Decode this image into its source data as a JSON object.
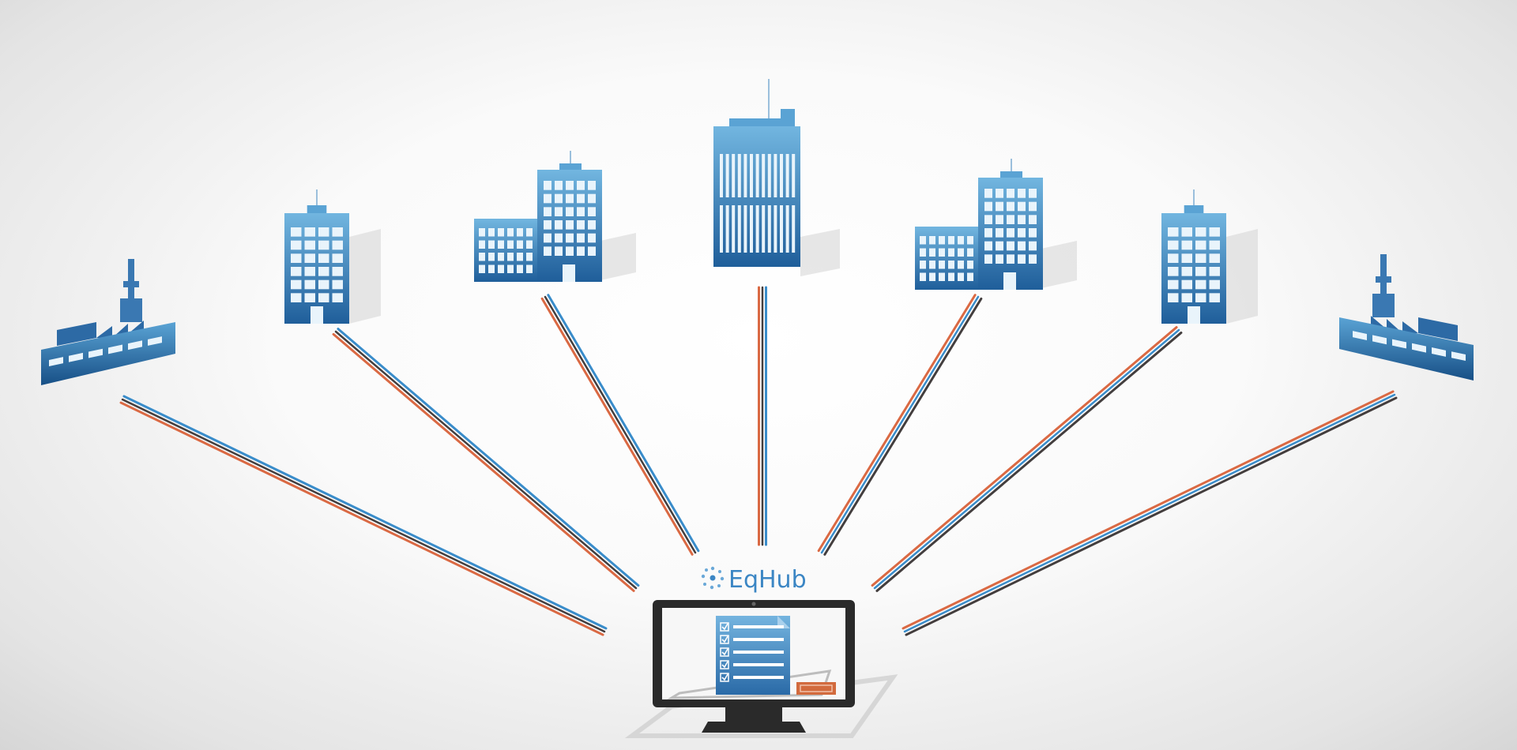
{
  "colors": {
    "building_blue_top": "#6fb3de",
    "building_blue_bottom": "#1f5e9a",
    "line_blue": "#2f87c8",
    "line_dark": "#3a3434",
    "line_orange": "#d9623a",
    "monitor_frame": "#2a2a2a",
    "brand_blue": "#3b86c4",
    "send_orange": "#d26a3d"
  },
  "hub": {
    "brand_label": "EqHub",
    "logo_icon": "dotted-circle-logo-icon",
    "device_icon": "monitor-with-checklist-icon",
    "send_button_icon": "send-button-icon"
  },
  "sites": [
    {
      "icon": "factory-icon",
      "kind": "factory"
    },
    {
      "icon": "office-tower-icon",
      "kind": "tower"
    },
    {
      "icon": "office-campus-icon",
      "kind": "campus"
    },
    {
      "icon": "skyscraper-icon",
      "kind": "skyscraper"
    },
    {
      "icon": "office-campus-icon",
      "kind": "campus"
    },
    {
      "icon": "office-tower-icon",
      "kind": "tower"
    },
    {
      "icon": "factory-icon",
      "kind": "factory"
    }
  ]
}
